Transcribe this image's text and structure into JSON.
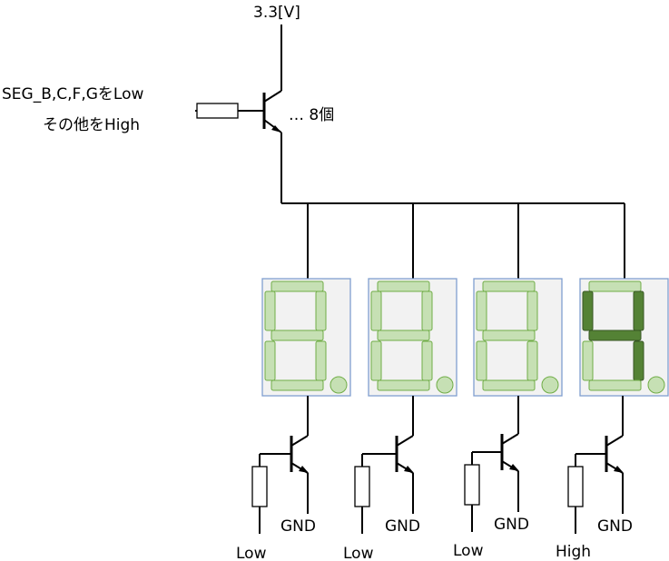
{
  "supply": {
    "voltage_label": "3.3[V]"
  },
  "inputs": {
    "condition_line1": "SEG_B,C,F,GをLow",
    "condition_line2": "その他をHigh",
    "count_label": "… 8個"
  },
  "digits": [
    {
      "lit_segments": [],
      "select_level": "Low",
      "ground_label": "GND"
    },
    {
      "lit_segments": [],
      "select_level": "Low",
      "ground_label": "GND"
    },
    {
      "lit_segments": [],
      "select_level": "Low",
      "ground_label": "GND"
    },
    {
      "lit_segments": [
        "b",
        "c",
        "f",
        "g"
      ],
      "select_level": "High",
      "ground_label": "GND"
    }
  ],
  "colors": {
    "panel_fill": "#f2f2f2",
    "panel_border": "#7f9fcf",
    "segment_off_fill": "#c6e0b4",
    "segment_off_stroke": "#70ad47",
    "segment_on_fill": "#548235",
    "segment_on_stroke": "#375623",
    "wire": "#000000"
  }
}
